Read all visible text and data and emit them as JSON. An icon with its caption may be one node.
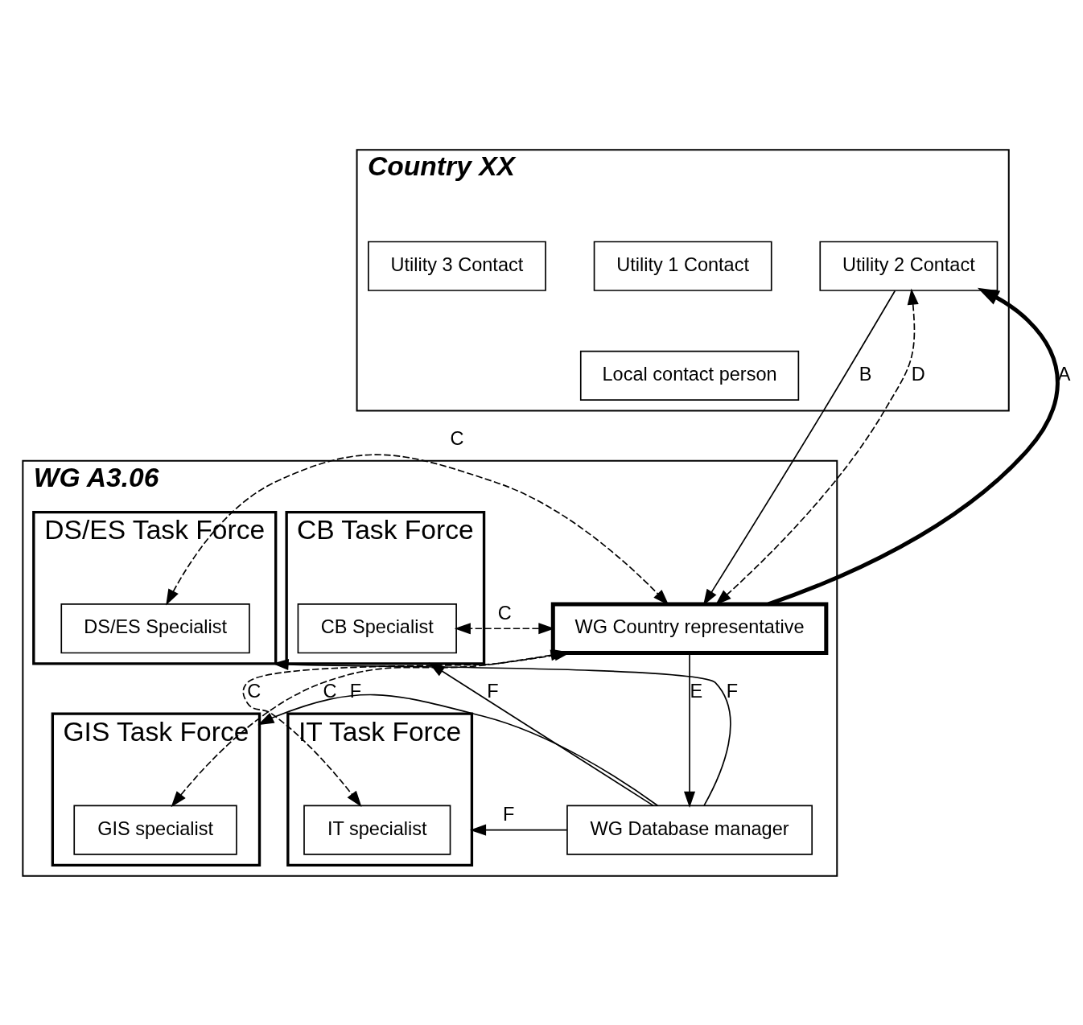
{
  "diagram": {
    "nodes": [
      {
        "text": [
          "Country XX"
        ]
      },
      {
        "text": [
          "Utility 1 Contact"
        ],
        "in": 0
      },
      {
        "text": [
          "Utility 2 Contact"
        ],
        "in": 0
      },
      {
        "text": [
          "Utility 3 Contact"
        ],
        "in": 0
      },
      {
        "text": [
          "Local contact person"
        ],
        "in": 0
      },
      {
        "text": [
          "WG A3.06"
        ]
      },
      {
        "text": [
          "DS/ES Task Force"
        ],
        "in": 5
      },
      {
        "text": [
          "DS/ES Specialist"
        ],
        "in": 6
      },
      {
        "text": [
          "WG Country representative"
        ],
        "in": 5
      },
      {
        "text": [
          "CB Task Force"
        ],
        "in": 5
      },
      {
        "text": [
          "CB Specialist"
        ],
        "in": 9
      },
      {
        "text": [
          "GIS Task Force"
        ],
        "in": 5
      },
      {
        "text": [
          "GIS specialist"
        ],
        "in": 11
      },
      {
        "text": [
          "WG Database manager"
        ],
        "in": 5
      },
      {
        "text": [
          "IT Task Force"
        ],
        "in": 5
      },
      {
        "text": [
          "IT specialist"
        ],
        "in": 14
      }
    ],
    "edges": [
      {
        "from": 8,
        "to": 2,
        "arrow": "to",
        "style": "thick",
        "label": "A"
      },
      {
        "from": 2,
        "to": 8,
        "arrow": "to",
        "label": "B"
      },
      {
        "from": 2,
        "to": 8,
        "arrow": "both",
        "style": "dashed",
        "label": "D"
      },
      {
        "from": 7,
        "to": 8,
        "arrow": "both",
        "style": "dashed",
        "label": "C"
      },
      {
        "from": 8,
        "to": 10,
        "arrow": "both",
        "style": "dashed",
        "label": "C"
      },
      {
        "from": 12,
        "to": 8,
        "arrow": "both",
        "style": "dashed",
        "label": "C"
      },
      {
        "from": 8,
        "to": 15,
        "arrow": "both",
        "style": "dashed",
        "label": "C"
      },
      {
        "from": 8,
        "to": 13,
        "arrow": "to",
        "label": "E"
      },
      {
        "from": 13,
        "to": 6,
        "arrow": "to",
        "label": "F"
      },
      {
        "from": 13,
        "to": 11,
        "arrow": "to",
        "label": "F"
      },
      {
        "from": 13,
        "to": 9,
        "arrow": "to",
        "label": "F"
      },
      {
        "from": 13,
        "to": 14,
        "arrow": "to",
        "label": "F"
      }
    ]
  }
}
